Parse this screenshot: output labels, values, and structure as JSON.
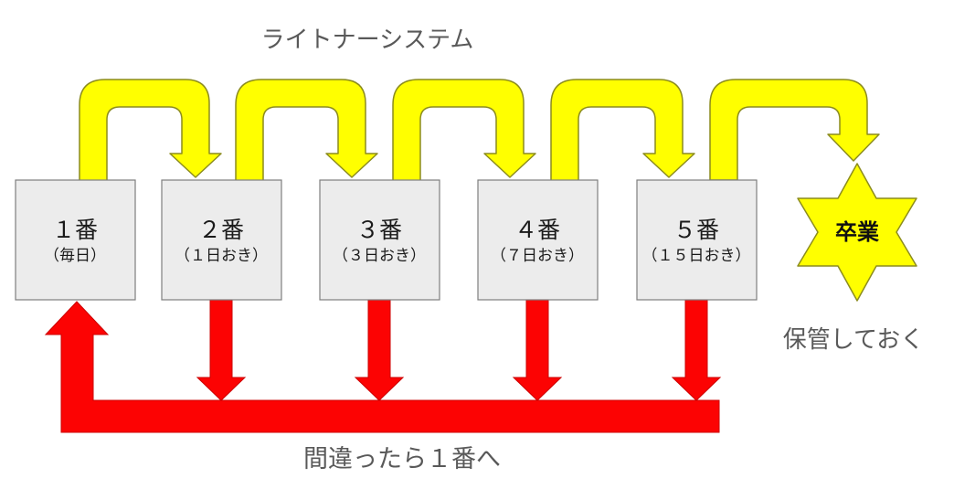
{
  "title": "ライトナーシステム",
  "boxes": [
    {
      "label": "１番",
      "interval": "（毎日）"
    },
    {
      "label": "２番",
      "interval": "（１日おき）"
    },
    {
      "label": "３番",
      "interval": "（３日おき）"
    },
    {
      "label": "４番",
      "interval": "（７日おき）"
    },
    {
      "label": "５番",
      "interval": "（１５日おき）"
    }
  ],
  "star": {
    "label": "卒業"
  },
  "notes": {
    "after_graduation": "保管しておく",
    "on_mistake": "間違ったら１番へ"
  },
  "colors": {
    "forward_arrow": "#ffff00",
    "forward_arrow_outline": "#8c8c1e",
    "return_arrow": "#fc0303",
    "return_arrow_outline": "#cc0000",
    "box_fill": "#ececec",
    "box_border": "#7f7f7f",
    "box_text": "#1a1a1a",
    "note_text": "#595959",
    "star_fill": "#ffff00",
    "star_text": "#111111"
  }
}
